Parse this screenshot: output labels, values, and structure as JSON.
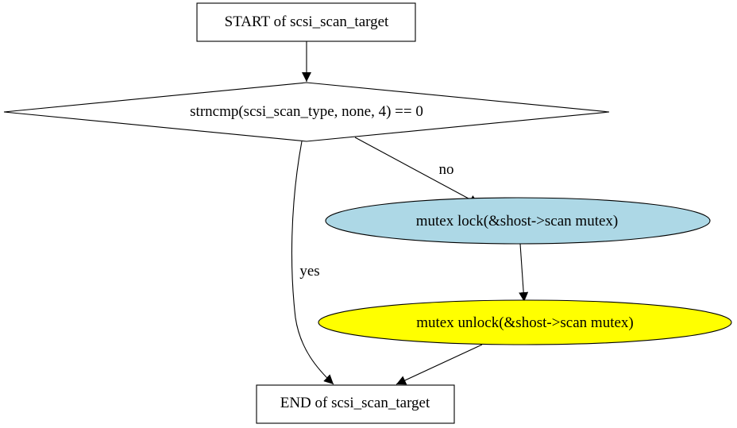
{
  "nodes": {
    "start": {
      "label": "START of scsi_scan_target",
      "fill": "#ffffff"
    },
    "decision": {
      "label": "strncmp(scsi_scan_type, none, 4) == 0",
      "fill": "#ffffff"
    },
    "lock": {
      "label": "mutex  lock(&shost->scan  mutex)",
      "fill": "#add8e6"
    },
    "unlock": {
      "label": "mutex  unlock(&shost->scan  mutex)",
      "fill": "#ffff00"
    },
    "end": {
      "label": "END of scsi_scan_target",
      "fill": "#ffffff"
    }
  },
  "edges": {
    "no_label": "no",
    "yes_label": "yes"
  }
}
